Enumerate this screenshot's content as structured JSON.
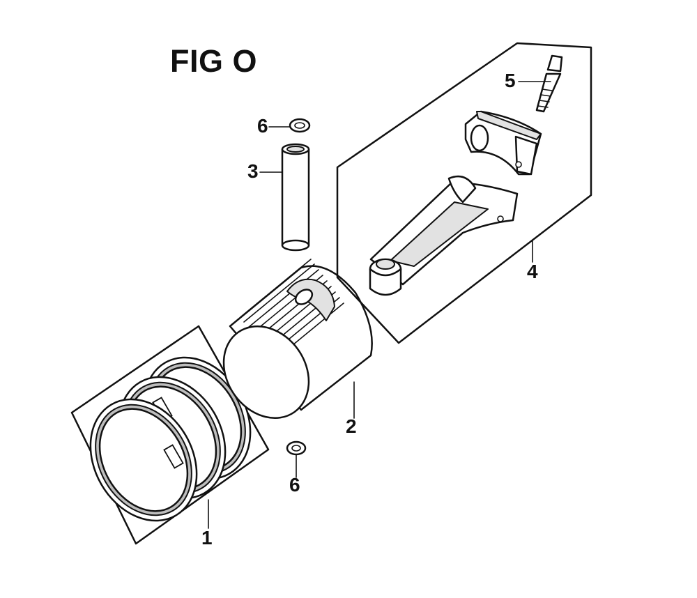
{
  "figure": {
    "title": "FIG O"
  },
  "callouts": {
    "ring_set": "1",
    "piston": "2",
    "piston_pin": "3",
    "connecting_rod": "4",
    "rod_bolt": "5",
    "clip_upper": "6",
    "clip_lower": "6"
  }
}
